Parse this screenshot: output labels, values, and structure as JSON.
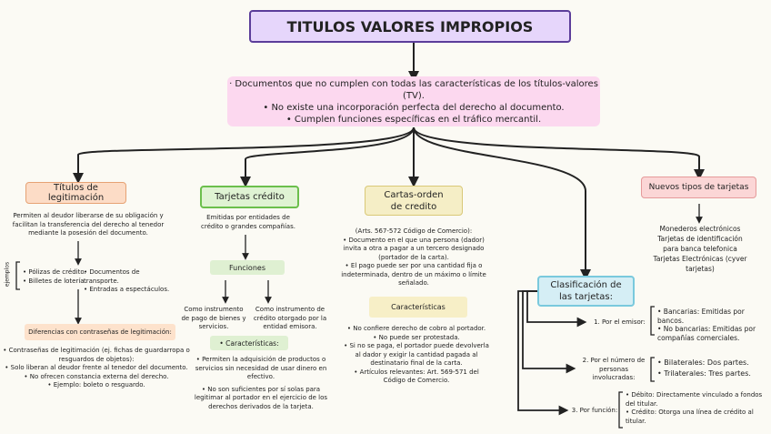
{
  "title": "TITULOS VALORES IMPROPIOS",
  "intro": [
    "· Documentos que no cumplen con todas las características de los títulos-valores (TV).",
    "• No existe una incorporación perfecta del derecho al documento.",
    "• Cumplen funciones específicas en el tráfico mercantil."
  ],
  "col1": {
    "header": "Títulos de legitimación",
    "desc": "Permiten al deudor liberarse de su obligación y facilitan la transferencia del derecho al tenedor mediante la posesión del documento.",
    "ejemplos_label": "ejemplos",
    "ej_left": [
      "• Pólizas de crédito.",
      "• Billetes de lotería."
    ],
    "ej_right": [
      "• Documentos de transporte.",
      "• Entradas a espectáculos."
    ],
    "diff_header": "Diferencias con contraseñas de legitimación:",
    "diff": [
      "• Contraseñas de legitimación (ej. fichas de guardarropa o resguardos de objetos):",
      "• Solo liberan al deudor frente al tenedor del documento.",
      "• No ofrecen constancia externa del derecho.",
      "• Ejemplo: boleto o resguardo."
    ]
  },
  "col2": {
    "header": "Tarjetas crédito",
    "desc": "Emitidas por entidades de crédito o grandes compañías.",
    "funciones": "Funciones",
    "func_left": "Como instrumento de pago de bienes y servicios.",
    "func_right": "Como instrumento de crédito otorgado por la entidad emisora.",
    "caract_header": "• Características:",
    "caract": [
      "• Permiten la adquisición de productos o servicios sin necesidad de usar dinero en efectivo.",
      "• No son suficientes por sí solas para legitimar al portador en el ejercicio de los derechos derivados de la tarjeta."
    ]
  },
  "col3": {
    "header": "Cartas-orden de credito",
    "desc": [
      "(Arts. 567-572 Código de Comercio):",
      "• Documento en el que una persona (dador) invita a otra a pagar a un tercero designado (portador de la carta).",
      "• El pago puede ser por una cantidad fija o indeterminada, dentro de un máximo o límite señalado."
    ],
    "caract_header": "Características",
    "caract": [
      "• No confiere derecho de cobro al portador.",
      "• No puede ser protestada.",
      "• Si no se paga, el portador puede devolverla al dador y exigir la cantidad pagada al destinatario final de la carta.",
      "• Artículos relevantes: Art. 569-571 del Código de Comercio."
    ]
  },
  "col4": {
    "header": "Clasificación de las tarjetas:",
    "c1_label": "1. Por el emisor:",
    "c1_items": [
      "• Bancarias: Emitidas por bancos.",
      "• No bancarias: Emitidas por compañías comerciales."
    ],
    "c2_label": "2. Por el número de personas involucradas:",
    "c2_items": [
      "• Bilaterales: Dos partes.",
      "• Trilaterales: Tres partes."
    ],
    "c3_label": "3. Por función:",
    "c3_items": [
      "• Débito: Directamente vinculado a fondos del titular.",
      "• Crédito: Otorga una línea de crédito al titular."
    ]
  },
  "col5": {
    "header": "Nuevos tipos de tarjetas",
    "desc": [
      "Monederos electrónicos",
      "Tarjetas de identificación para banca telefonica",
      "Tarjetas Electrónicas (cyver tarjetas)"
    ]
  }
}
